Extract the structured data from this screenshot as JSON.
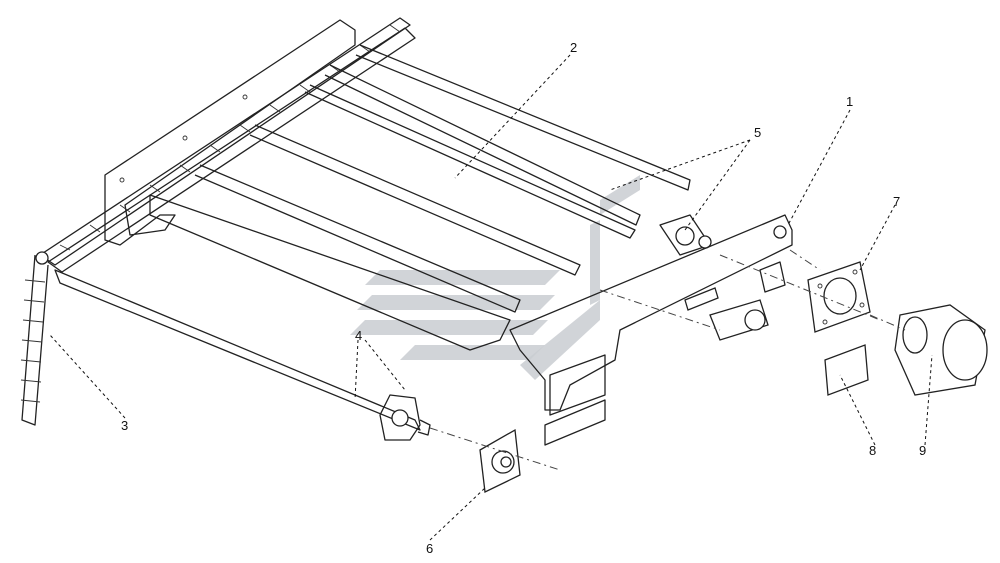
{
  "callouts": [
    {
      "id": "1",
      "label": "1"
    },
    {
      "id": "2",
      "label": "2"
    },
    {
      "id": "3",
      "label": "3"
    },
    {
      "id": "4",
      "label": "4"
    },
    {
      "id": "5",
      "label": "5"
    },
    {
      "id": "6",
      "label": "6"
    },
    {
      "id": "7",
      "label": "7"
    },
    {
      "id": "8",
      "label": "8"
    },
    {
      "id": "9",
      "label": "9"
    }
  ],
  "colors": {
    "line": "#222222",
    "watermark": "#c9cdd1",
    "background": "#ffffff"
  }
}
